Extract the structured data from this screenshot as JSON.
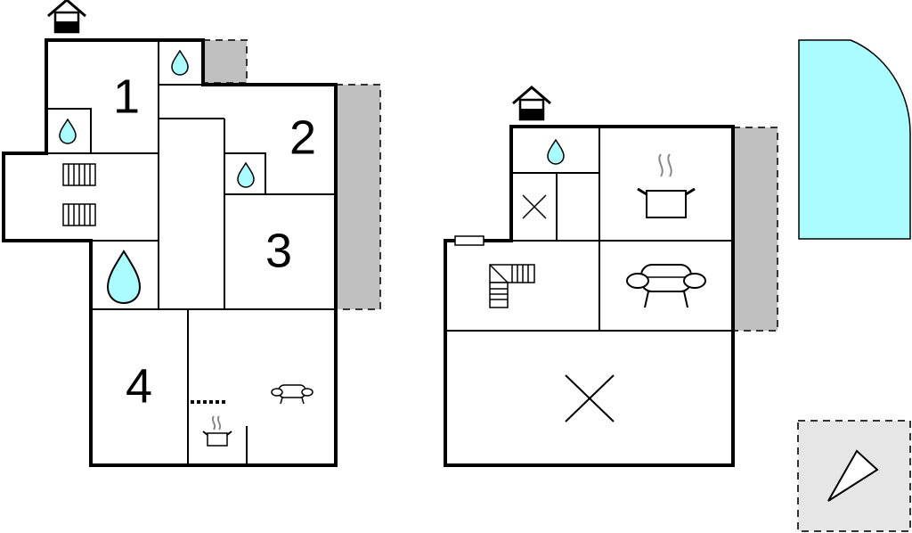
{
  "floors": [
    {
      "rooms": [
        {
          "label": "1"
        },
        {
          "label": "2"
        },
        {
          "label": "3"
        },
        {
          "label": "4"
        }
      ]
    },
    {
      "rooms": []
    }
  ],
  "icons": [
    "entrance-icon",
    "water-drop-icon",
    "radiator-icon",
    "cooking-pot-icon",
    "sofa-icon",
    "staircase-icon",
    "cross-icon",
    "compass-icon",
    "pool-icon",
    "terrace-icon"
  ],
  "colors": {
    "walls": "#000000",
    "terrace": "#c0c0c0",
    "pool": "#aafcff",
    "compass_bg": "#e6e6e6",
    "water": "#aafcff"
  }
}
